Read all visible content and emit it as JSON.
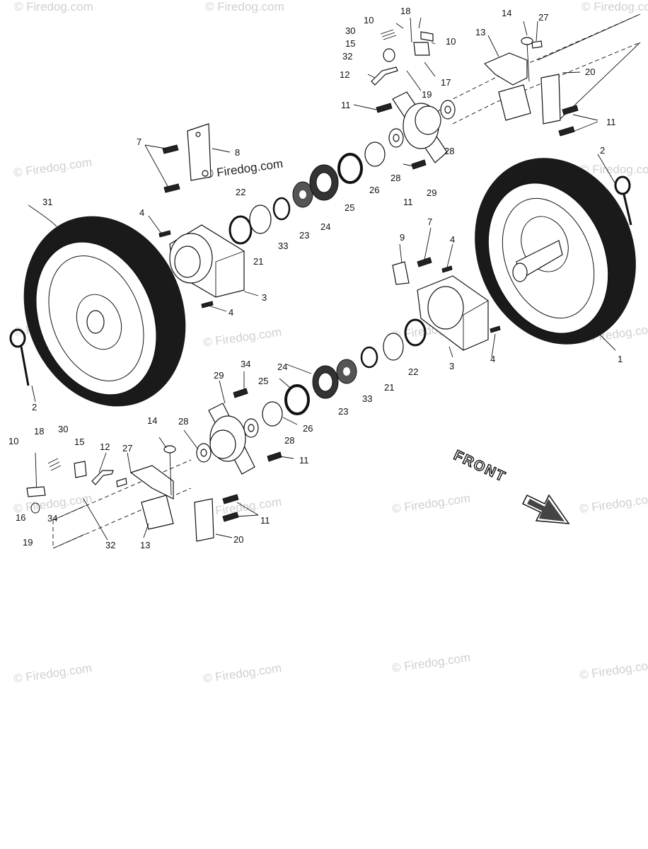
{
  "watermark": {
    "text": "© Firedog.com",
    "main_text": "© Firedog.com"
  },
  "front_label": "FRONT",
  "callouts": {
    "c1": "1",
    "c2a": "2",
    "c2b": "2",
    "c3a": "3",
    "c3b": "3",
    "c4a": "4",
    "c4b": "4",
    "c4c": "4",
    "c4d": "4",
    "c7a": "7",
    "c7b": "7",
    "c8": "8",
    "c9": "9",
    "c10a": "10",
    "c10b": "10",
    "c10c": "10",
    "c11a": "11",
    "c11b": "11",
    "c11c": "11",
    "c11d": "11",
    "c11e": "11",
    "c12a": "12",
    "c12b": "12",
    "c13a": "13",
    "c13b": "13",
    "c14a": "14",
    "c14b": "14",
    "c15a": "15",
    "c15b": "15",
    "c16": "16",
    "c17": "17",
    "c18a": "18",
    "c18b": "18",
    "c19a": "19",
    "c19b": "19",
    "c20a": "20",
    "c20b": "20",
    "c21a": "21",
    "c21b": "21",
    "c22a": "22",
    "c22b": "22",
    "c23a": "23",
    "c23b": "23",
    "c24a": "24",
    "c24b": "24",
    "c25a": "25",
    "c25b": "25",
    "c26a": "26",
    "c26b": "26",
    "c27a": "27",
    "c27b": "27",
    "c28a": "28",
    "c28b": "28",
    "c28c": "28",
    "c28d": "28",
    "c29a": "29",
    "c29b": "29",
    "c30a": "30",
    "c30b": "30",
    "c31": "31",
    "c32a": "32",
    "c32b": "32",
    "c33a": "33",
    "c33b": "33",
    "c34a": "34",
    "c34b": "34"
  }
}
